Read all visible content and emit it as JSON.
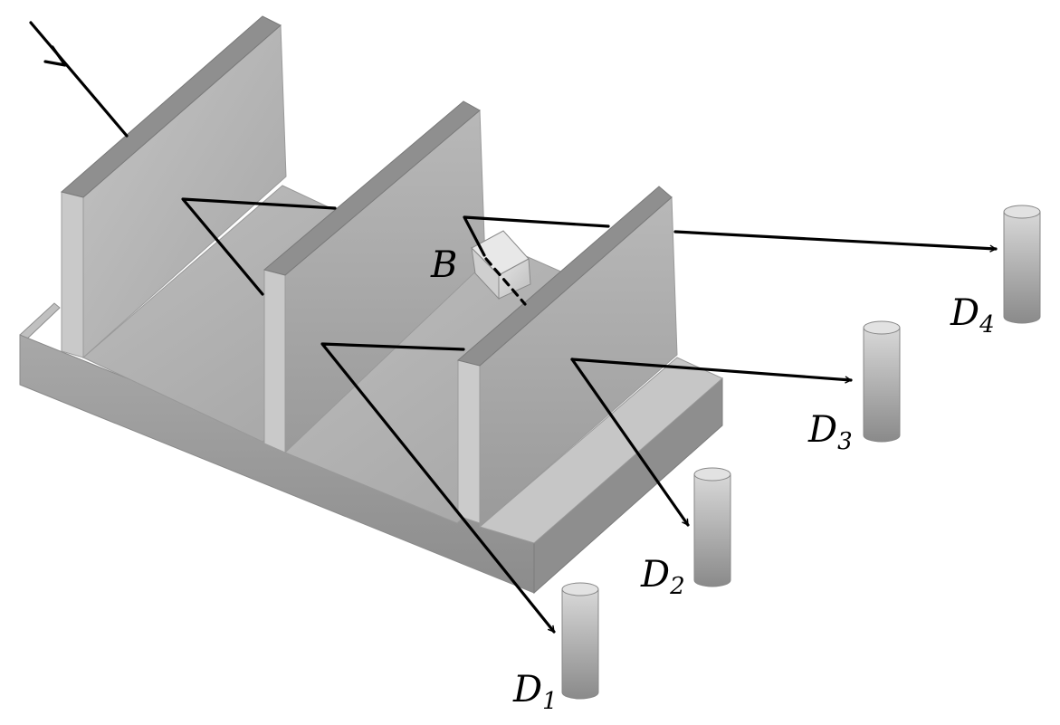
{
  "labels": {
    "beamsplitter": "B",
    "detectors": [
      {
        "main": "D",
        "sub": "1"
      },
      {
        "main": "D",
        "sub": "2"
      },
      {
        "main": "D",
        "sub": "3"
      },
      {
        "main": "D",
        "sub": "4"
      }
    ]
  },
  "colors": {
    "beam": "#000000",
    "background": "#ffffff"
  }
}
